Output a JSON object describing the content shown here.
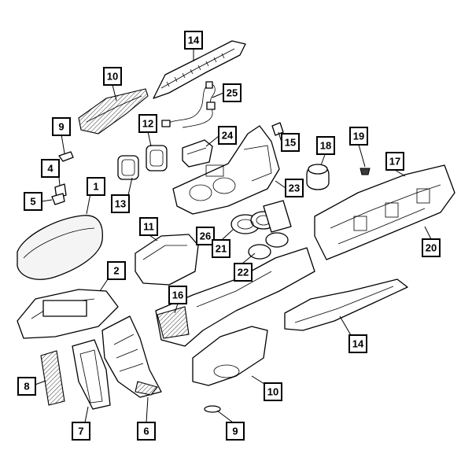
{
  "diagram": {
    "callouts": [
      {
        "id": "c14a",
        "label": "14"
      },
      {
        "id": "c10a",
        "label": "10"
      },
      {
        "id": "c25",
        "label": "25"
      },
      {
        "id": "c9a",
        "label": "9"
      },
      {
        "id": "c12",
        "label": "12"
      },
      {
        "id": "c24",
        "label": "24"
      },
      {
        "id": "c15",
        "label": "15"
      },
      {
        "id": "c18",
        "label": "18"
      },
      {
        "id": "c19",
        "label": "19"
      },
      {
        "id": "c17",
        "label": "17"
      },
      {
        "id": "c4",
        "label": "4"
      },
      {
        "id": "c1",
        "label": "1"
      },
      {
        "id": "c5",
        "label": "5"
      },
      {
        "id": "c13",
        "label": "13"
      },
      {
        "id": "c23",
        "label": "23"
      },
      {
        "id": "c11",
        "label": "11"
      },
      {
        "id": "c26",
        "label": "26"
      },
      {
        "id": "c21",
        "label": "21"
      },
      {
        "id": "c20",
        "label": "20"
      },
      {
        "id": "c2",
        "label": "2"
      },
      {
        "id": "c22",
        "label": "22"
      },
      {
        "id": "c16",
        "label": "16"
      },
      {
        "id": "c14b",
        "label": "14"
      },
      {
        "id": "c8",
        "label": "8"
      },
      {
        "id": "c10b",
        "label": "10"
      },
      {
        "id": "c7",
        "label": "7"
      },
      {
        "id": "c6",
        "label": "6"
      },
      {
        "id": "c9b",
        "label": "9"
      }
    ]
  }
}
